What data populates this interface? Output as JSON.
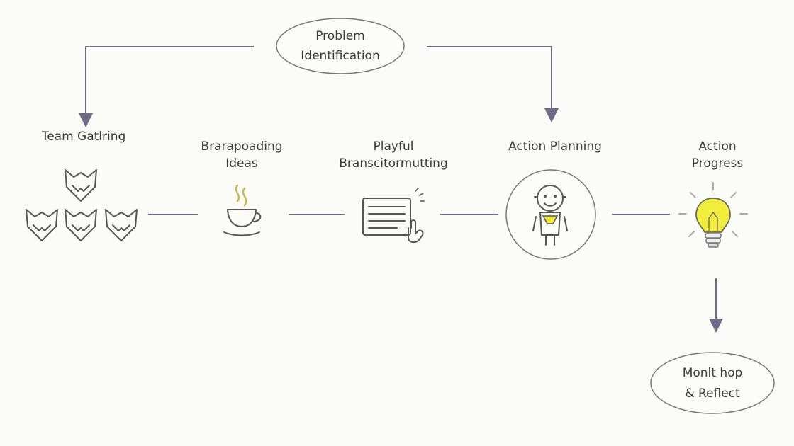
{
  "nodes": {
    "problem": {
      "line1": "Problem",
      "line2": "Identification"
    },
    "team": {
      "line1": "Team Gatlring"
    },
    "brainstorm": {
      "line1": "Brarapoading",
      "line2": "Ideas"
    },
    "playful": {
      "line1": "Playful",
      "line2": "Branscitormutting"
    },
    "action_planning": {
      "line1": "Action Planning"
    },
    "action_progress": {
      "line1": "Action",
      "line2": "Progress"
    },
    "monitor": {
      "line1": "Monlt hop",
      "line2": "& Reflect"
    }
  },
  "icons": {
    "team": "fox-group-icon",
    "brainstorm": "coffee-cup-icon",
    "playful": "screen-touch-icon",
    "action_planning": "robot-icon",
    "action_progress": "lightbulb-icon"
  },
  "colors": {
    "line": "#6f6a86",
    "accent_yellow": "#f2ec3a",
    "background": "#fbfbf8"
  }
}
